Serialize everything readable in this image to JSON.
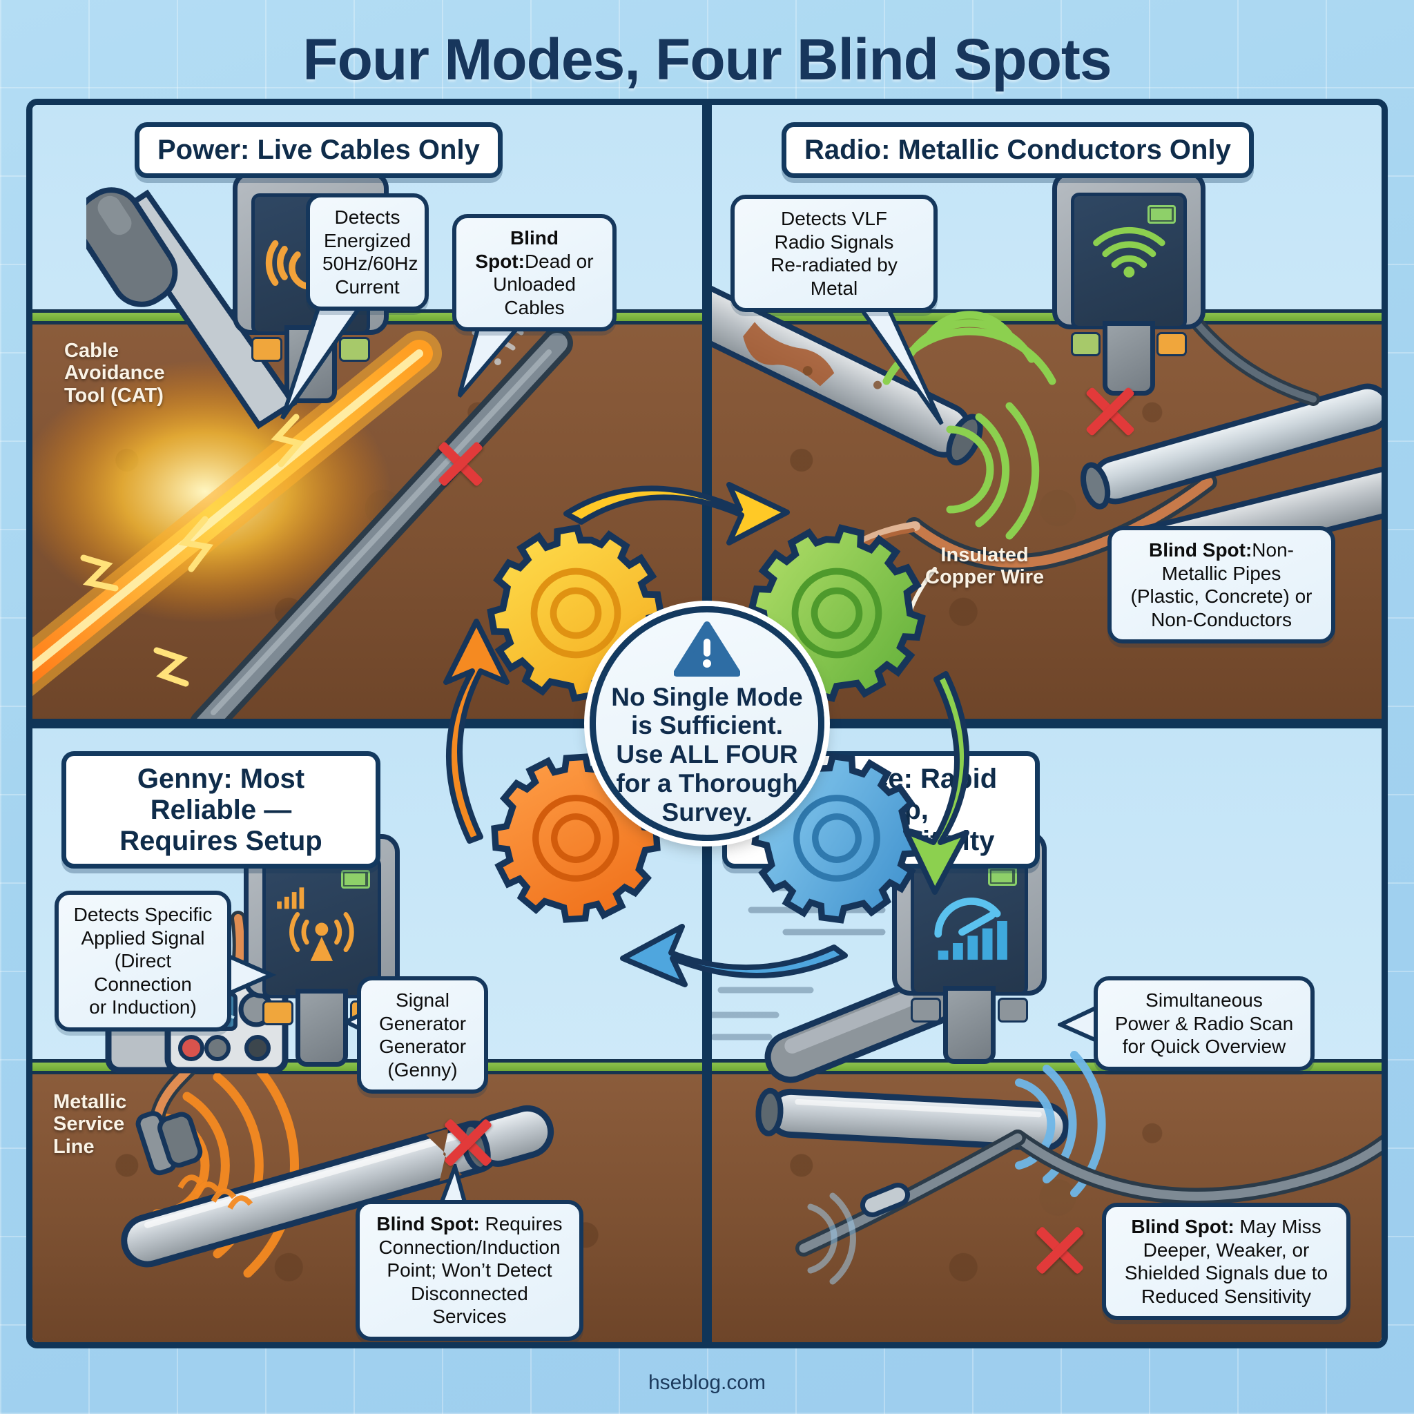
{
  "title": "Four Modes, Four Blind Spots",
  "footer": "hseblog.com",
  "colors": {
    "navy": "#13395f",
    "sky": "#bfe2f6",
    "soil": "#7d5132",
    "grass": "#6faa35",
    "gear_yellow": "#f5c518",
    "gear_green": "#7cc24a",
    "gear_orange": "#f07c20",
    "gear_blue": "#4a9bd6",
    "red_x": "#e23a3a"
  },
  "center": {
    "icon": "warning-triangle-icon",
    "text": "No Single Mode\nis Sufficient.\nUse ALL FOUR\nfor a Thorough\nSurvey."
  },
  "quadrants": {
    "power": {
      "header": "Power: Live Cables Only",
      "device_icon": "power-wave-icon",
      "soil_label": "Cable\nAvoidance\nTool (CAT)",
      "callout_detects": "Detects\nEnergized\n50Hz/60Hz\nCurrent",
      "callout_blind_title": "Blind Spot:",
      "callout_blind_body": "Dead or\nUnloaded Cables"
    },
    "radio": {
      "header": "Radio: Metallic Conductors Only",
      "device_icon": "radio-wave-icon",
      "callout_detects": "Detects VLF\nRadio Signals\nRe-radiated by Metal",
      "soil_label": "Insulated\nCopper Wire",
      "callout_blind_title": "Blind Spot:",
      "callout_blind_body": "Non-Metallic Pipes\n(Plastic, Concrete) or\nNon-Conductors"
    },
    "genny": {
      "header": "Genny: Most Reliable —\nRequires Setup",
      "device_icon": "antenna-broadcast-icon",
      "callout_detects": "Detects Specific\nApplied Signal\n(Direct Connection\nor Induction)",
      "callout_device": "Signal\nGenerator\nGenerator\n(Genny)",
      "soil_label": "Metallic\nService\nLine",
      "callout_blind_title": "Blind Spot:",
      "callout_blind_body": " Requires\nConnection/Induction\nPoint; Won’t Detect\nDisconnected Services"
    },
    "avoidance": {
      "header": "Avoidance: Rapid Sweep,\nLower Sensitivity",
      "device_icon": "gauge-bars-icon",
      "callout_detects": "Simultaneous\nPower & Radio Scan\nfor Quick Overview",
      "callout_blind_title": "Blind Spot:",
      "callout_blind_body": " May Miss\nDeeper, Weaker, or\nShielded Signals due to\nReduced Sensitivity"
    }
  }
}
